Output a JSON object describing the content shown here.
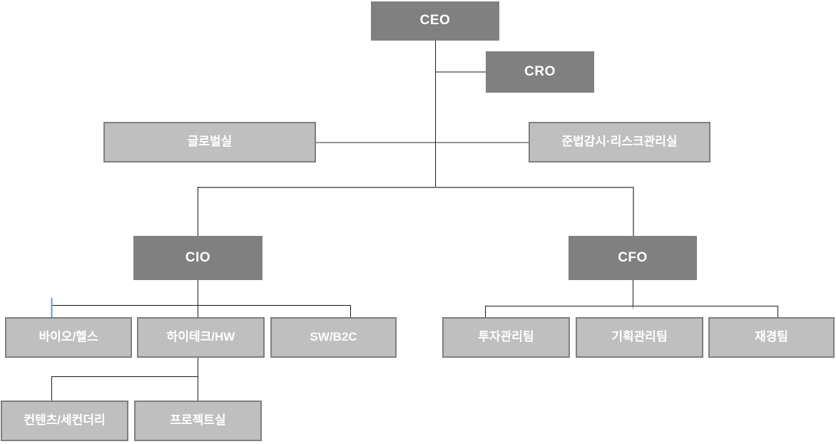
{
  "diagram": {
    "type": "org-chart",
    "nodes": {
      "ceo": {
        "label": "CEO",
        "level": "executive"
      },
      "cro": {
        "label": "CRO",
        "level": "executive"
      },
      "global_office": {
        "label": "글로벌실",
        "level": "unit"
      },
      "compliance_risk_office": {
        "label": "준법감시·리스크관리실",
        "level": "unit"
      },
      "cio": {
        "label": "CIO",
        "level": "executive"
      },
      "cfo": {
        "label": "CFO",
        "level": "executive"
      },
      "bio_health": {
        "label": "바이오/헬스",
        "level": "unit"
      },
      "hitech_hw": {
        "label": "하이테크/HW",
        "level": "unit"
      },
      "sw_b2c": {
        "label": "SW/B2C",
        "level": "unit"
      },
      "investment_mgmt_team": {
        "label": "투자관리팀",
        "level": "unit"
      },
      "planning_mgmt_team": {
        "label": "기획관리팀",
        "level": "unit"
      },
      "finance_team": {
        "label": "재경팀",
        "level": "unit"
      },
      "contents_secondary": {
        "label": "컨텐츠/세컨더리",
        "level": "unit"
      },
      "project_office": {
        "label": "프로젝트실",
        "level": "unit"
      }
    },
    "edges": [
      {
        "from": "ceo",
        "to": "cro"
      },
      {
        "from": "ceo",
        "to": "global_office"
      },
      {
        "from": "ceo",
        "to": "compliance_risk_office"
      },
      {
        "from": "ceo",
        "to": "cio"
      },
      {
        "from": "ceo",
        "to": "cfo"
      },
      {
        "from": "cio",
        "to": "bio_health"
      },
      {
        "from": "cio",
        "to": "hitech_hw"
      },
      {
        "from": "cio",
        "to": "sw_b2c"
      },
      {
        "from": "cfo",
        "to": "investment_mgmt_team"
      },
      {
        "from": "cfo",
        "to": "planning_mgmt_team"
      },
      {
        "from": "cfo",
        "to": "finance_team"
      },
      {
        "from": "hitech_hw",
        "to": "contents_secondary"
      },
      {
        "from": "hitech_hw",
        "to": "project_office"
      }
    ],
    "colors": {
      "executive_box_fill": "#808080",
      "unit_box_fill": "#bfbfbf",
      "unit_box_border": "#7f7f7f",
      "box_text": "#ffffff",
      "connector_dark": "#1a1a1a",
      "connector_gray": "#7f7f7f",
      "connector_highlight_blue": "#5b9bd5",
      "background": "#ffffff"
    }
  }
}
